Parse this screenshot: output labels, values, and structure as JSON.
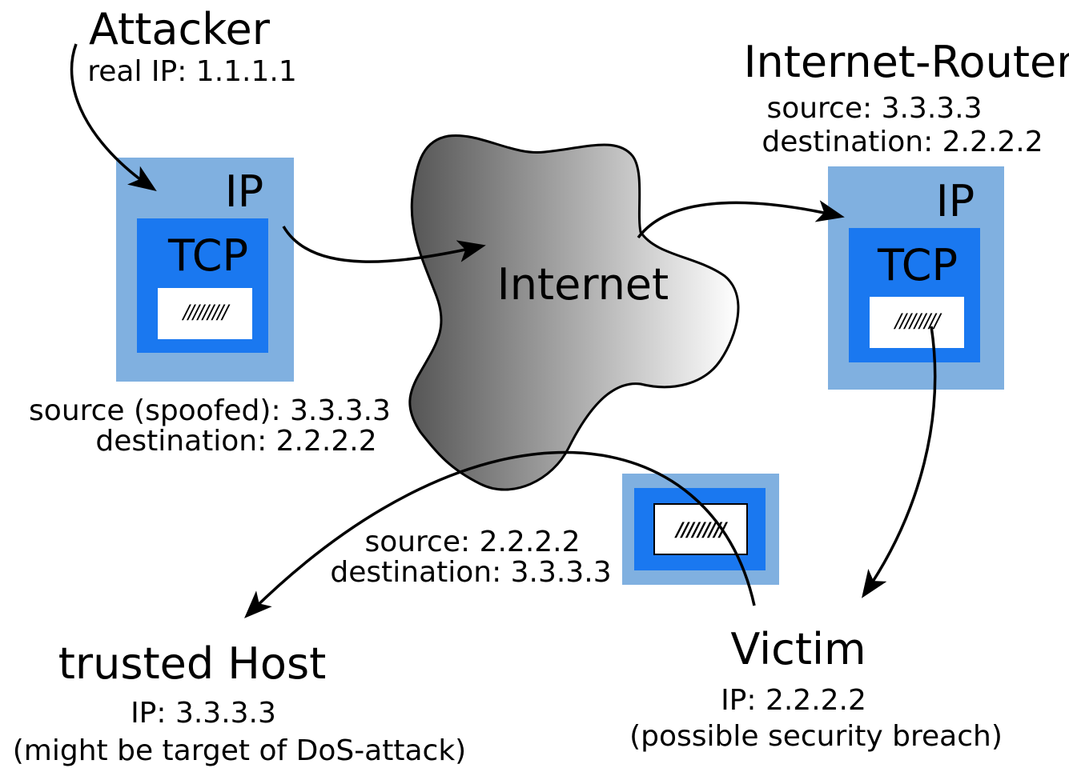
{
  "attacker": {
    "title": "Attacker",
    "real_ip": "real IP: 1.1.1.1",
    "source": "source (spoofed): 3.3.3.3",
    "destination": "destination: 2.2.2.2"
  },
  "internet": {
    "label": "Internet"
  },
  "router": {
    "title": "Internet-Router",
    "source": "source: 3.3.3.3",
    "destination": "destination: 2.2.2.2"
  },
  "reply": {
    "source": "source: 2.2.2.2",
    "destination": "destination: 3.3.3.3"
  },
  "trusted_host": {
    "title": "trusted Host",
    "ip": "IP: 3.3.3.3",
    "note": "(might be target of DoS-attack)"
  },
  "victim": {
    "title": "Victim",
    "ip": "IP: 2.2.2.2",
    "note": "(possible security breach)"
  },
  "packet": {
    "ip_label": "IP",
    "tcp_label": "TCP",
    "payload": "/////////"
  },
  "colors": {
    "ip_layer": "#80b0e0",
    "tcp_layer": "#1a78f0",
    "payload_box": "#ffffff",
    "cloud_dark": "#555555",
    "cloud_light": "#ffffff"
  }
}
